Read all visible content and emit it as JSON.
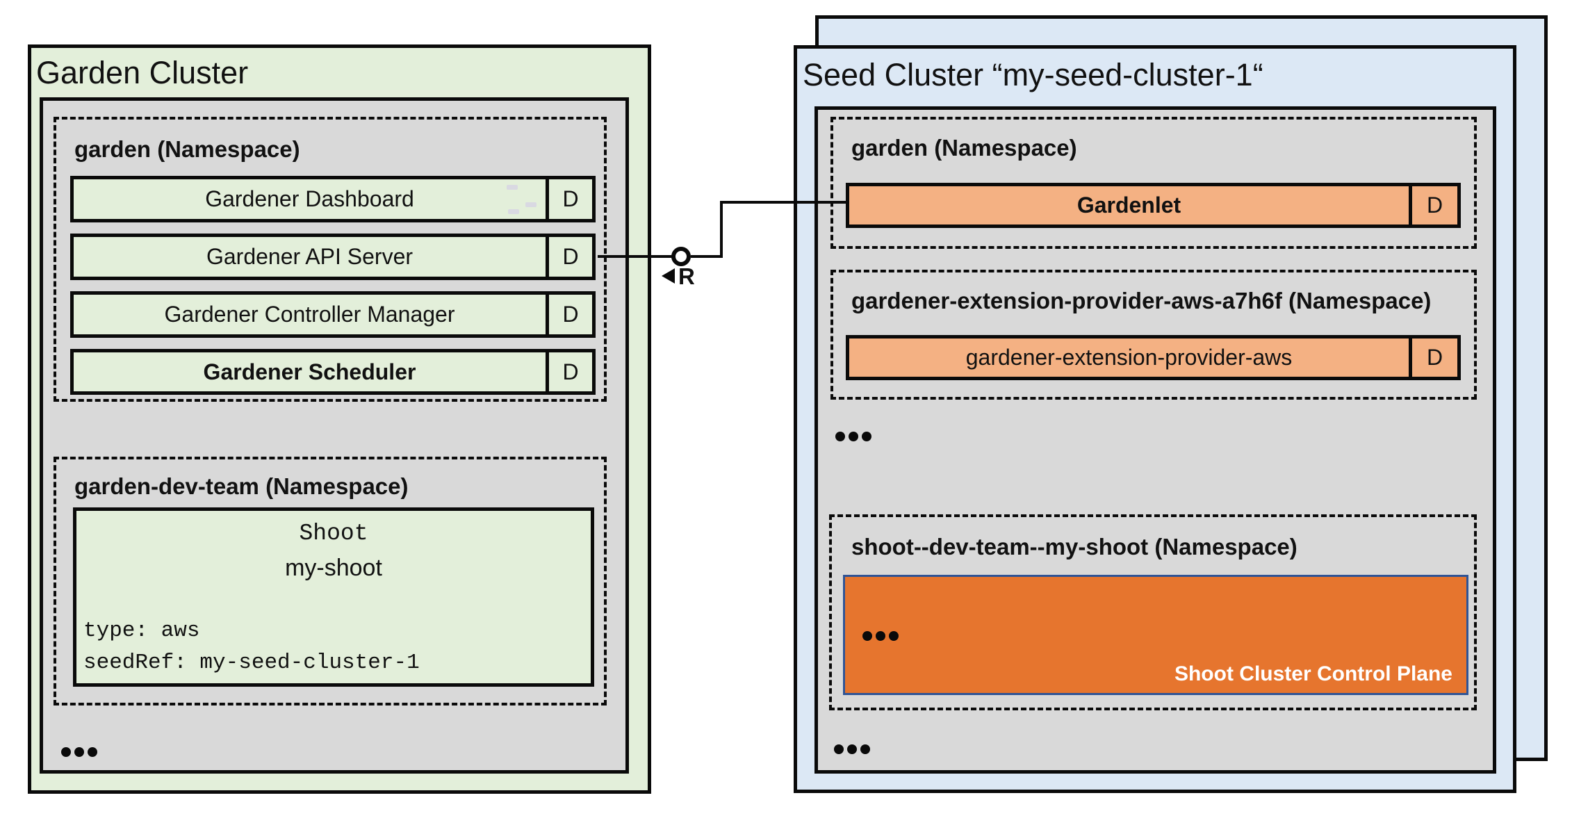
{
  "colors": {
    "cluster_green": "#e3efda",
    "cluster_blue": "#dce8f5",
    "panel_gray": "#d9d9d9",
    "deployment_green": "#e3efda",
    "deployment_orange": "#f4b183",
    "control_plane_orange": "#e6752e",
    "control_plane_border_blue": "#2f5496",
    "line_black": "#0a0a0a"
  },
  "icons": {
    "more": "ellipsis-dots",
    "api_interface": "lollipop-circle",
    "watch_direction": "left-arrowhead"
  },
  "garden_cluster": {
    "title": "Garden Cluster",
    "garden_namespace": {
      "label": "garden (Namespace)",
      "deployments": [
        {
          "label": "Gardener Dashboard",
          "badge": "D"
        },
        {
          "label": "Gardener API Server",
          "badge": "D"
        },
        {
          "label": "Gardener Controller Manager",
          "badge": "D"
        },
        {
          "label": "Gardener Scheduler",
          "badge": "D"
        }
      ]
    },
    "dev_namespace": {
      "label": "garden-dev-team (Namespace)",
      "shoot": {
        "kind": "Shoot",
        "name": "my-shoot",
        "spec_lines": [
          "type: aws",
          "seedRef: my-seed-cluster-1"
        ]
      }
    },
    "more": "•••"
  },
  "seed_cluster": {
    "title": "Seed Cluster “my-seed-cluster-1“",
    "garden_namespace": {
      "label": "garden (Namespace)",
      "deployments": [
        {
          "label": "Gardenlet",
          "badge": "D"
        }
      ]
    },
    "extension_namespace": {
      "label": "gardener-extension-provider-aws-a7h6f (Namespace)",
      "deployments": [
        {
          "label": "gardener-extension-provider-aws",
          "badge": "D"
        }
      ]
    },
    "more_middle": "•••",
    "shoot_namespace": {
      "label": "shoot--dev-team--my-shoot (Namespace)",
      "control_plane": {
        "more": "•••",
        "caption": "Shoot Cluster Control Plane"
      }
    },
    "more_bottom": "•••"
  },
  "connector": {
    "label": "R"
  }
}
